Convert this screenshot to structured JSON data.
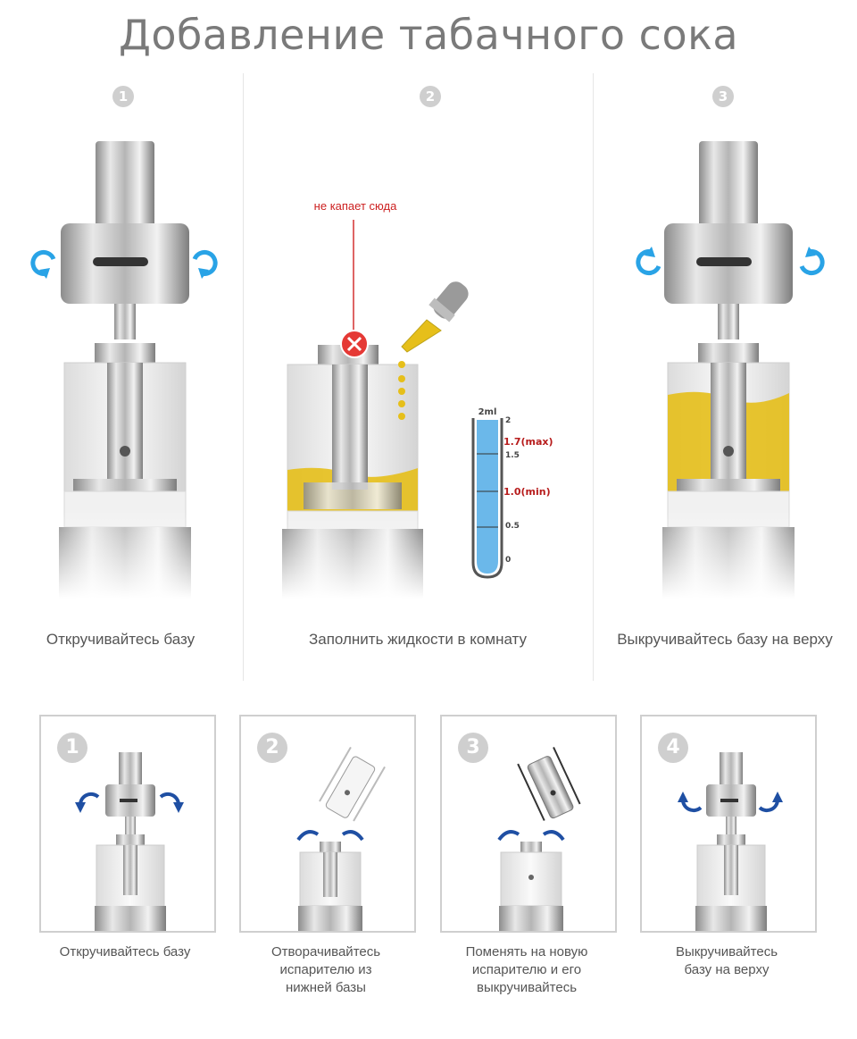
{
  "title": "Добавление табачного сока",
  "top_steps": [
    {
      "number": "1",
      "caption": "Откручивайтесь базу"
    },
    {
      "number": "2",
      "caption": "Заполнить жидкости в комнату"
    },
    {
      "number": "3",
      "caption": "Выкручивайтесь базу на верху"
    }
  ],
  "warning_label": "не капает сюда",
  "tube": {
    "capacity_label": "2ml",
    "ticks": [
      "2",
      "1.5",
      "0.5",
      "0"
    ],
    "max_label": "1.7(max)",
    "min_label": "1.0(min)"
  },
  "bottom_steps": [
    {
      "number": "1",
      "caption": "Откручивайтесь базу"
    },
    {
      "number": "2",
      "caption": "Отворачивайтесь\nиспарителю из\nнижней базы"
    },
    {
      "number": "3",
      "caption": "Поменять на новую\nиспарителю и его\nвыкручивайтесь"
    },
    {
      "number": "4",
      "caption": "Выкручивайтесь\nбазу на верху"
    }
  ],
  "colors": {
    "accent_blue": "#1e88e5",
    "dark_blue": "#1f4fa3",
    "liquid": "#e6bf1a",
    "warning_red": "#e53935",
    "tube_fill": "#6bb8ea"
  },
  "icons": [
    "rotate-arrow-icon",
    "no-drip-icon",
    "dropper-icon",
    "measuring-tube-icon",
    "coil-icon"
  ]
}
